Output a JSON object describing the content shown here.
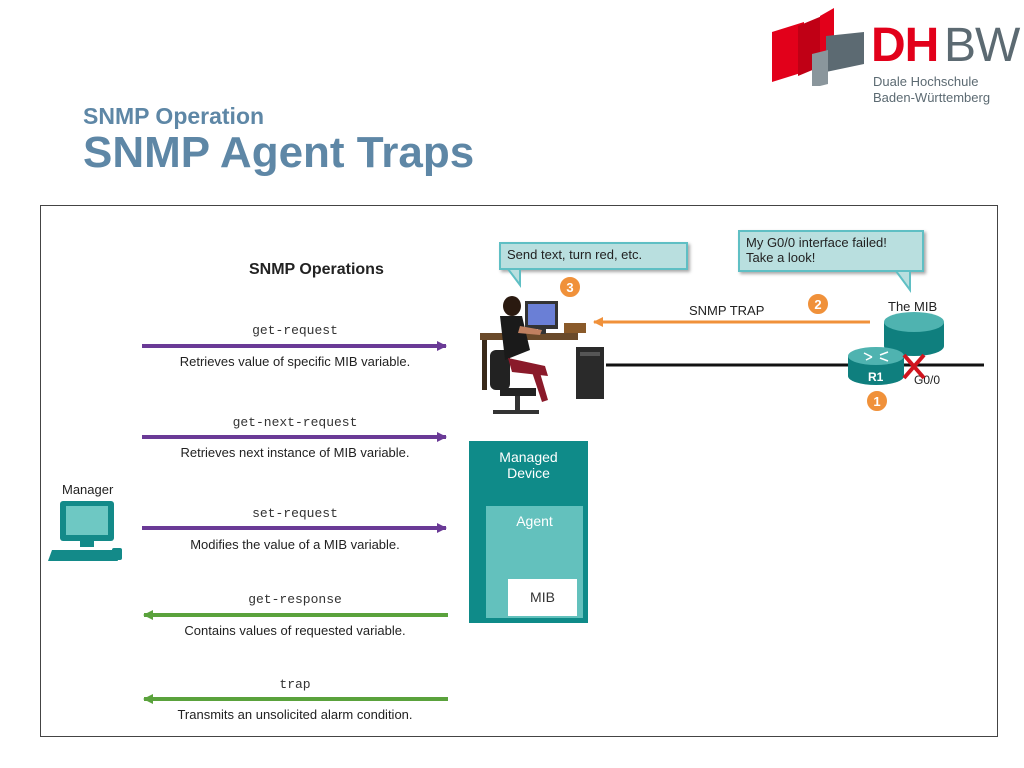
{
  "logo": {
    "dh": "DH",
    "bw": "BW",
    "line1": "Duale Hochschule",
    "line2": "Baden-Württemberg",
    "colors": {
      "red": "#e2001a",
      "gray": "#5c6a72"
    }
  },
  "slide": {
    "subtitle": "SNMP Operation",
    "title": "SNMP Agent Traps"
  },
  "diagram": {
    "heading": "SNMP Operations",
    "manager_label": "Manager",
    "operations": [
      {
        "name": "get-request",
        "description": "Retrieves value of specific MIB variable.",
        "direction": "manager-to-device",
        "color": "#6a3a96"
      },
      {
        "name": "get-next-request",
        "description": "Retrieves next instance of MIB variable.",
        "direction": "manager-to-device",
        "color": "#6a3a96"
      },
      {
        "name": "set-request",
        "description": "Modifies the value of a MIB variable.",
        "direction": "manager-to-device",
        "color": "#6a3a96"
      },
      {
        "name": "get-response",
        "description": "Contains values of requested variable.",
        "direction": "device-to-manager",
        "color": "#5aa23c"
      },
      {
        "name": "trap",
        "description": "Transmits an unsolicited alarm condition.",
        "direction": "device-to-manager",
        "color": "#5aa23c"
      }
    ],
    "managed_device": {
      "label": "Managed Device",
      "agent_label": "Agent",
      "mib_label": "MIB",
      "colors": {
        "device": "#0f8b89",
        "agent": "#63c1bd"
      }
    },
    "callouts": {
      "admin": "Send text, turn red, etc.",
      "router_line1": "My G0/0 interface failed!",
      "router_line2": "Take a look!"
    },
    "trap_arrow_label": "SNMP TRAP",
    "trap_arrow_color": "#f0913a",
    "the_mib_label": "The MIB",
    "router_name": "R1",
    "interface_label": "G0/0",
    "steps": [
      "1",
      "2",
      "3"
    ],
    "step_color": "#f0913a",
    "icons": [
      "computer-icon",
      "person-at-desk-icon",
      "router-icon",
      "failure-x-icon"
    ]
  }
}
